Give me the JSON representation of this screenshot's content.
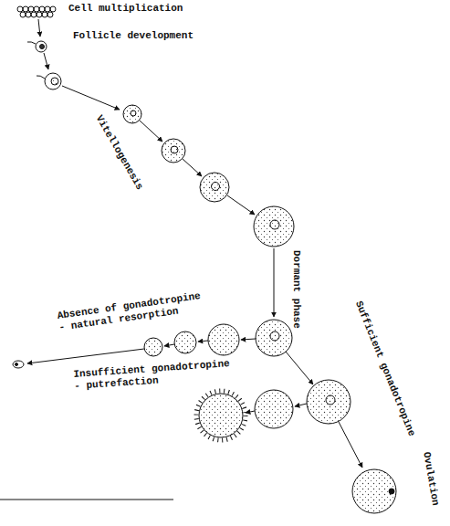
{
  "diagram": {
    "labels": [
      "Cell multiplication",
      "Follicle development",
      "Vitellogenesis",
      "Dormant phase",
      "Absence of gonadotropine - natural resorption",
      "Insufficient gonadotropine - putrefaction",
      "Sufficient gonadotropine",
      "Ovulation"
    ]
  }
}
